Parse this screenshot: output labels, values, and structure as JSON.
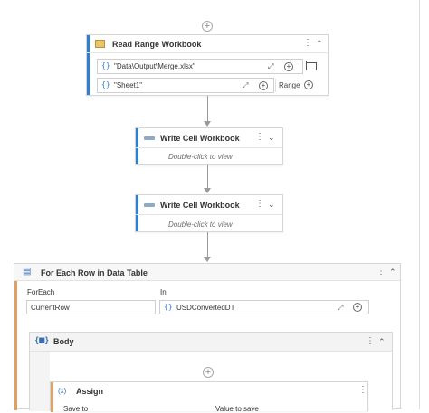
{
  "read_range": {
    "title": "Read Range Workbook",
    "path_value": "\"Data\\Output\\Merge.xlsx\"",
    "sheet_value": "\"Sheet1\"",
    "range_label": "Range"
  },
  "write_cell_1": {
    "title": "Write Cell Workbook",
    "hint": "Double-click to view"
  },
  "write_cell_2": {
    "title": "Write Cell Workbook",
    "hint": "Double-click to view"
  },
  "for_each": {
    "title": "For Each Row in Data Table",
    "foreach_label": "ForEach",
    "foreach_value": "CurrentRow",
    "in_label": "In",
    "in_value": "USDConvertedDT"
  },
  "body": {
    "title": "Body"
  },
  "assign": {
    "title": "Assign",
    "save_to_label": "Save to",
    "value_to_save_label": "Value to save"
  },
  "icons": {
    "add": "+",
    "curly": "{}",
    "expand": "⤢",
    "menu": "⋮",
    "collapse": "˄",
    "expand_down": "˅"
  },
  "colors": {
    "accent": "#2f7fd1"
  }
}
